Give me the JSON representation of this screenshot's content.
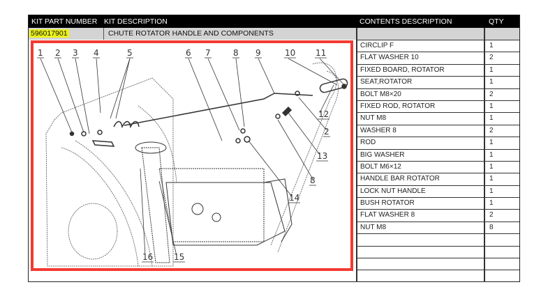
{
  "header": {
    "kit_part_number": "KIT PART NUMBER",
    "kit_description": "KIT DESCRIPTION",
    "contents_description": "CONTENTS DESCRIPTION",
    "qty": "QTY"
  },
  "kit": {
    "part_number": "596017901",
    "description": "CHUTE ROTATOR HANDLE AND COMPONENTS",
    "highlight_color": "#eaf21a"
  },
  "contents": [
    {
      "description": "CIRCLIP F",
      "qty": "1"
    },
    {
      "description": "FLAT WASHER 10",
      "qty": "2"
    },
    {
      "description": "FIXED BOARD, ROTATOR",
      "qty": "1"
    },
    {
      "description": "SEAT,ROTATOR",
      "qty": "1"
    },
    {
      "description": "BOLT M8×20",
      "qty": "2"
    },
    {
      "description": "FIXED ROD, ROTATOR",
      "qty": "1"
    },
    {
      "description": "NUT M8",
      "qty": "1"
    },
    {
      "description": "WASHER 8",
      "qty": "2"
    },
    {
      "description": "ROD",
      "qty": "1"
    },
    {
      "description": "BIG WASHER",
      "qty": "1"
    },
    {
      "description": "BOLT M6×12",
      "qty": "1"
    },
    {
      "description": "HANDLE BAR ROTATOR",
      "qty": "1"
    },
    {
      "description": "LOCK NUT HANDLE",
      "qty": "1"
    },
    {
      "description": "BUSH ROTATOR",
      "qty": "1"
    },
    {
      "description": "FLAT WASHER 8",
      "qty": "2"
    },
    {
      "description": "NUT M8",
      "qty": "8"
    },
    {
      "description": "",
      "qty": ""
    },
    {
      "description": "",
      "qty": ""
    },
    {
      "description": "",
      "qty": ""
    },
    {
      "description": "",
      "qty": ""
    }
  ],
  "diagram": {
    "callouts": [
      "1",
      "2",
      "3",
      "4",
      "5",
      "6",
      "7",
      "8",
      "9",
      "10",
      "11",
      "12",
      "2",
      "13",
      "8",
      "14",
      "16",
      "15"
    ],
    "highlight_color": "#f23a32"
  }
}
